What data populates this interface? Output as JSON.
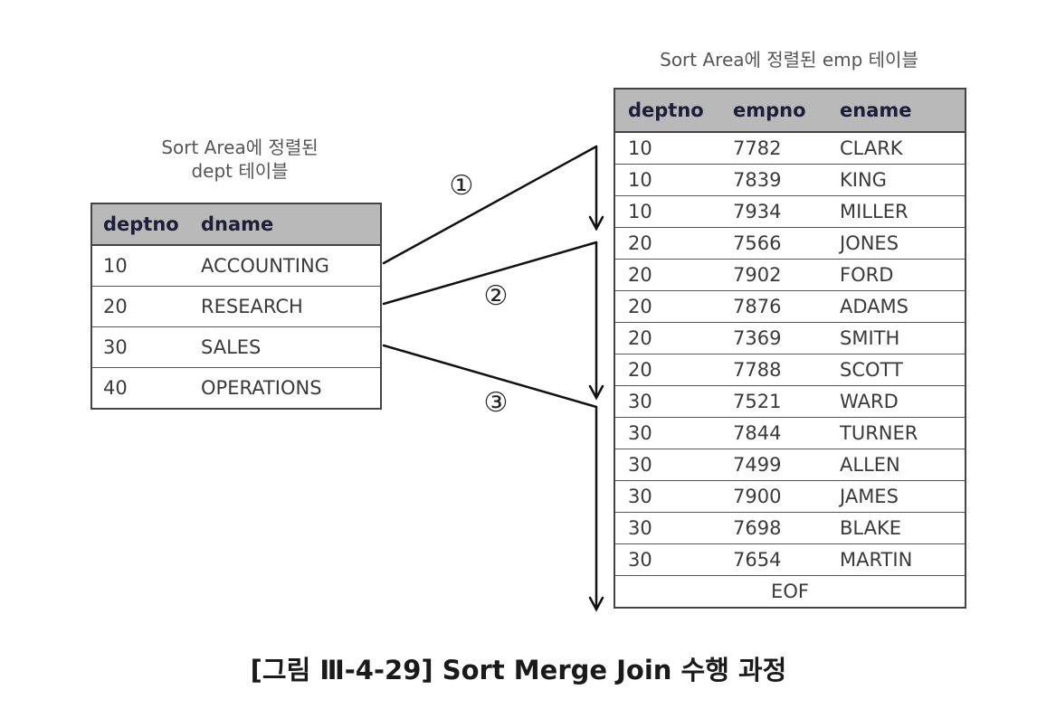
{
  "dept_caption": {
    "line1": "Sort Area에 정렬된",
    "line2": "dept 테이블"
  },
  "emp_caption": "Sort Area에 정렬된 emp 테이블",
  "dept_table": {
    "headers": [
      "deptno",
      "dname"
    ],
    "rows": [
      [
        "10",
        "ACCOUNTING"
      ],
      [
        "20",
        "RESEARCH"
      ],
      [
        "30",
        "SALES"
      ],
      [
        "40",
        "OPERATIONS"
      ]
    ]
  },
  "emp_table": {
    "headers": [
      "deptno",
      "empno",
      "ename"
    ],
    "rows": [
      [
        "10",
        "7782",
        "CLARK"
      ],
      [
        "10",
        "7839",
        "KING"
      ],
      [
        "10",
        "7934",
        "MILLER"
      ],
      [
        "20",
        "7566",
        "JONES"
      ],
      [
        "20",
        "7902",
        "FORD"
      ],
      [
        "20",
        "7876",
        "ADAMS"
      ],
      [
        "20",
        "7369",
        "SMITH"
      ],
      [
        "20",
        "7788",
        "SCOTT"
      ],
      [
        "30",
        "7521",
        "WARD"
      ],
      [
        "30",
        "7844",
        "TURNER"
      ],
      [
        "30",
        "7499",
        "ALLEN"
      ],
      [
        "30",
        "7900",
        "JAMES"
      ],
      [
        "30",
        "7698",
        "BLAKE"
      ],
      [
        "30",
        "7654",
        "MARTIN"
      ]
    ],
    "eof_label": "EOF"
  },
  "steps": [
    "①",
    "②",
    "③"
  ],
  "figure_caption": "[그림 Ⅲ-4-29] Sort Merge Join 수행 과정"
}
